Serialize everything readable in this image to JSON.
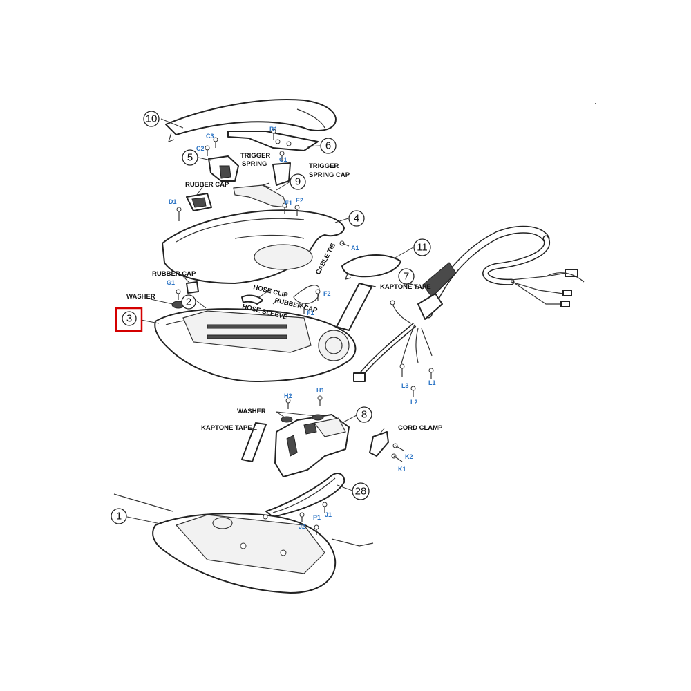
{
  "colors": {
    "code_label": "#2a73c4",
    "highlight": "#d40000",
    "line": "#222222"
  },
  "highlighted_part": "3",
  "part_numbers": {
    "p1": "1",
    "p2": "2",
    "p3": "3",
    "p4": "4",
    "p5": "5",
    "p6": "6",
    "p7": "7",
    "p8": "8",
    "p9": "9",
    "p10": "10",
    "p11": "11",
    "p28": "28"
  },
  "component_labels": {
    "trigger_spring": "TRIGGER SPRING",
    "trigger_spring_cap": "TRIGGER SPRING CAP",
    "rubber_cap_top": "RUBBER CAP",
    "rubber_cap_left": "RUBBER CAP",
    "rubber_cap_mid": "RUBBER CAP",
    "washer_left": "WASHER",
    "washer_mid": "WASHER",
    "hose_clip": "HOSE CLIP",
    "hose_sleeve": "HOSE SLEEVE",
    "cable_tie": "CABLE TIE",
    "kaptone_tape_right": "KAPTONE TAPE",
    "kaptone_tape_left": "KAPTONE TAPE",
    "cord_clamp": "CORD CLAMP"
  },
  "screw_codes": {
    "a1": "A1",
    "b1": "B1",
    "c1": "C1",
    "c2": "C2",
    "c3": "C3",
    "d1": "D1",
    "e1": "E1",
    "e2": "E2",
    "f1": "F1",
    "f2": "F2",
    "g1": "G1",
    "h1": "H1",
    "h2": "H2",
    "j1": "J1",
    "j2": "J2",
    "k1": "K1",
    "k2": "K2",
    "l1": "L1",
    "l2": "L2",
    "l3": "L3",
    "p1": "P1"
  }
}
